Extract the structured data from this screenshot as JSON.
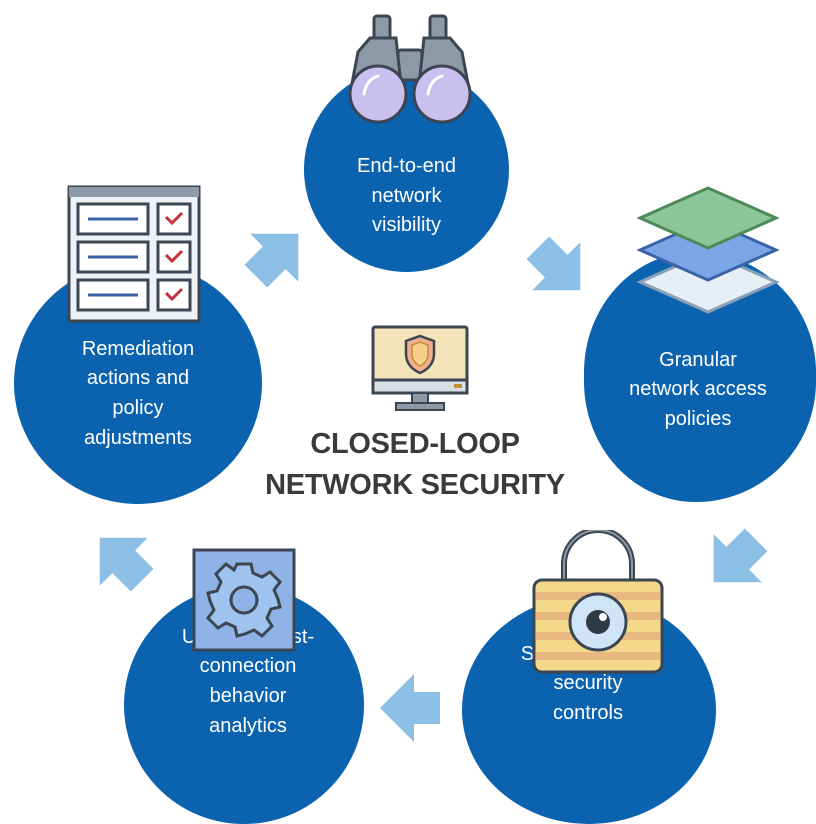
{
  "center": {
    "title": "CLOSED-LOOP\nNETWORK SECURITY"
  },
  "steps": [
    {
      "label": "End-to-end\nnetwork\nvisibility",
      "icon": "binoculars-icon"
    },
    {
      "label": "Granular\nnetwork access\npolicies",
      "icon": "layers-icon"
    },
    {
      "label": "Strong network\nsecurity\ncontrols",
      "icon": "padlock-icon"
    },
    {
      "label": "UEBA for post-\nconnection\nbehavior\nanalytics",
      "icon": "gear-icon"
    },
    {
      "label": "Remediation\nactions and\npolicy\nadjustments",
      "icon": "checklist-icon"
    }
  ],
  "center_icon": "monitor-shield-icon",
  "colors": {
    "circle": "#0b62ae",
    "arrow": "#8bbfe6",
    "title": "#3a3a3a"
  }
}
